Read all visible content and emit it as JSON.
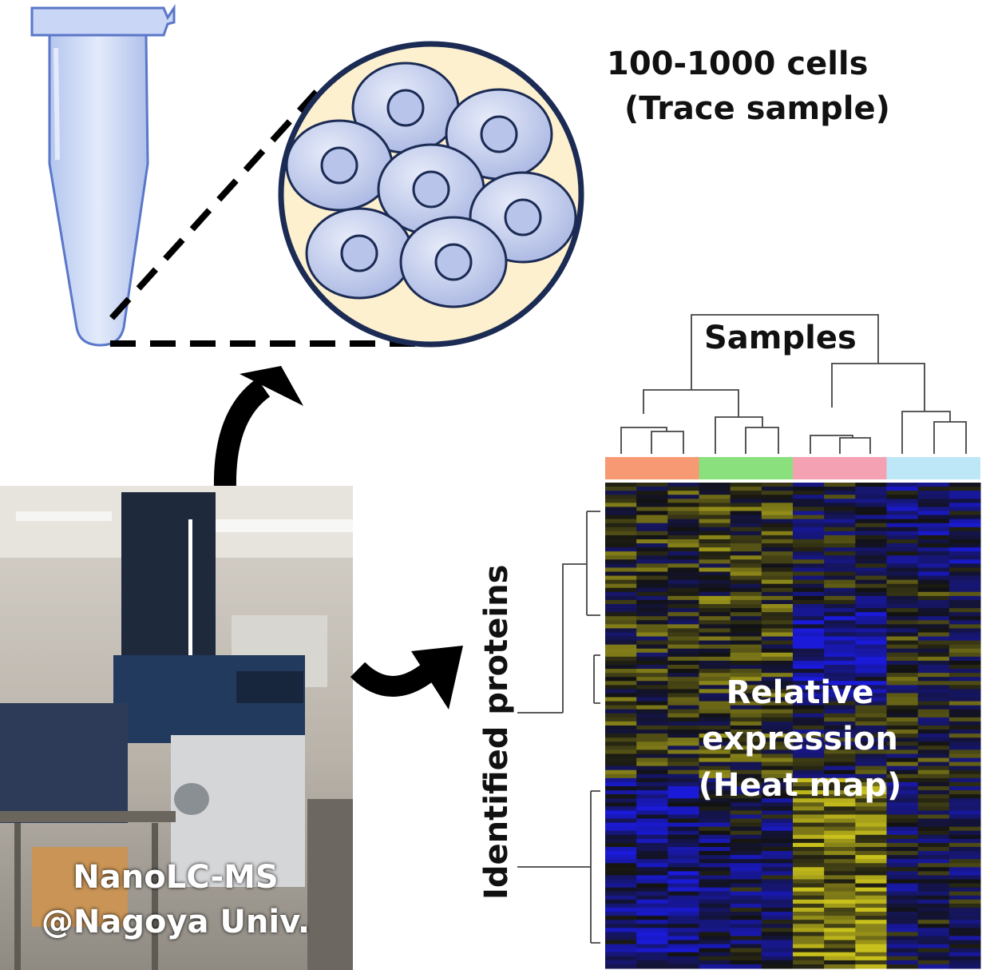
{
  "cells_label": {
    "line1": "100-1000 cells",
    "line2": "(Trace sample)"
  },
  "photo_caption": {
    "line1": "NanoLC-MS",
    "line2": "@Nagoya Univ."
  },
  "samples_label": "Samples",
  "proteins_label": "Identified proteins",
  "heatmap_label": {
    "line1": "Relative",
    "line2": "expression",
    "line3": "(Heat map)"
  },
  "group_colors": [
    "#f79a74",
    "#8be07e",
    "#f4a1b3",
    "#bde7f7"
  ],
  "heatmap_colors": {
    "low": "#1a1ad8",
    "mid": "#121212",
    "high": "#c8c01c"
  },
  "icons": [
    "microtube-icon",
    "cell-cluster-icon",
    "curved-arrow-icon",
    "dendrogram-icon",
    "heatmap-icon",
    "mass-spectrometer-photo"
  ]
}
